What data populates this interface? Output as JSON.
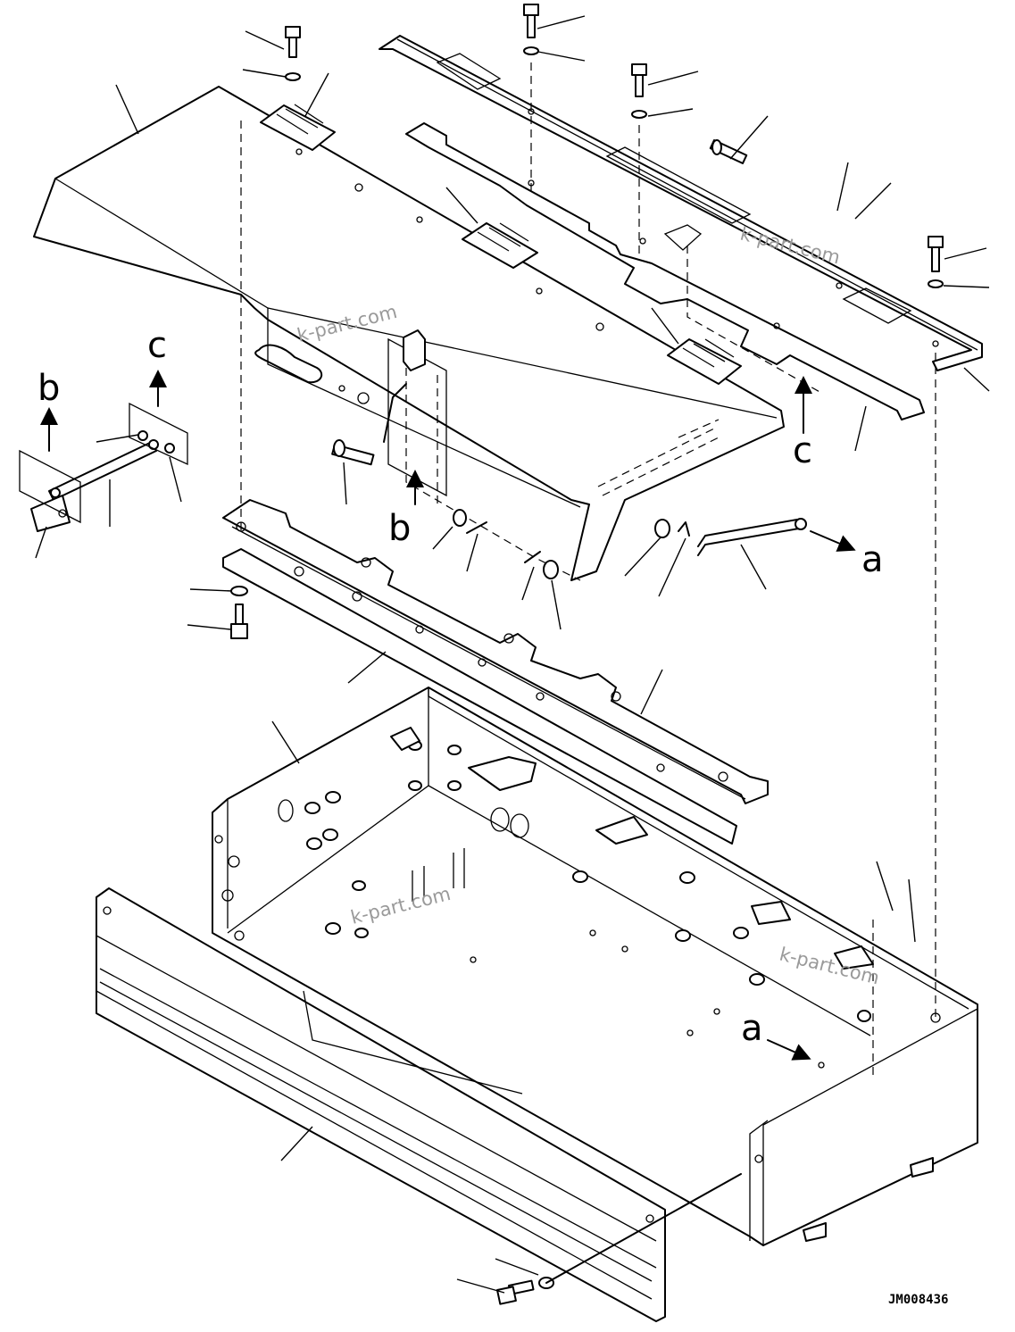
{
  "diagram": {
    "view_labels": {
      "a_top": "a",
      "a_bottom": "a",
      "b_left": "b",
      "b_center": "b",
      "c_left": "c",
      "c_right": "c"
    },
    "watermarks": [
      "k-part.com",
      "k-part.com",
      "k-part.com",
      "k-part.com"
    ],
    "drawing_code": "JM008436"
  }
}
